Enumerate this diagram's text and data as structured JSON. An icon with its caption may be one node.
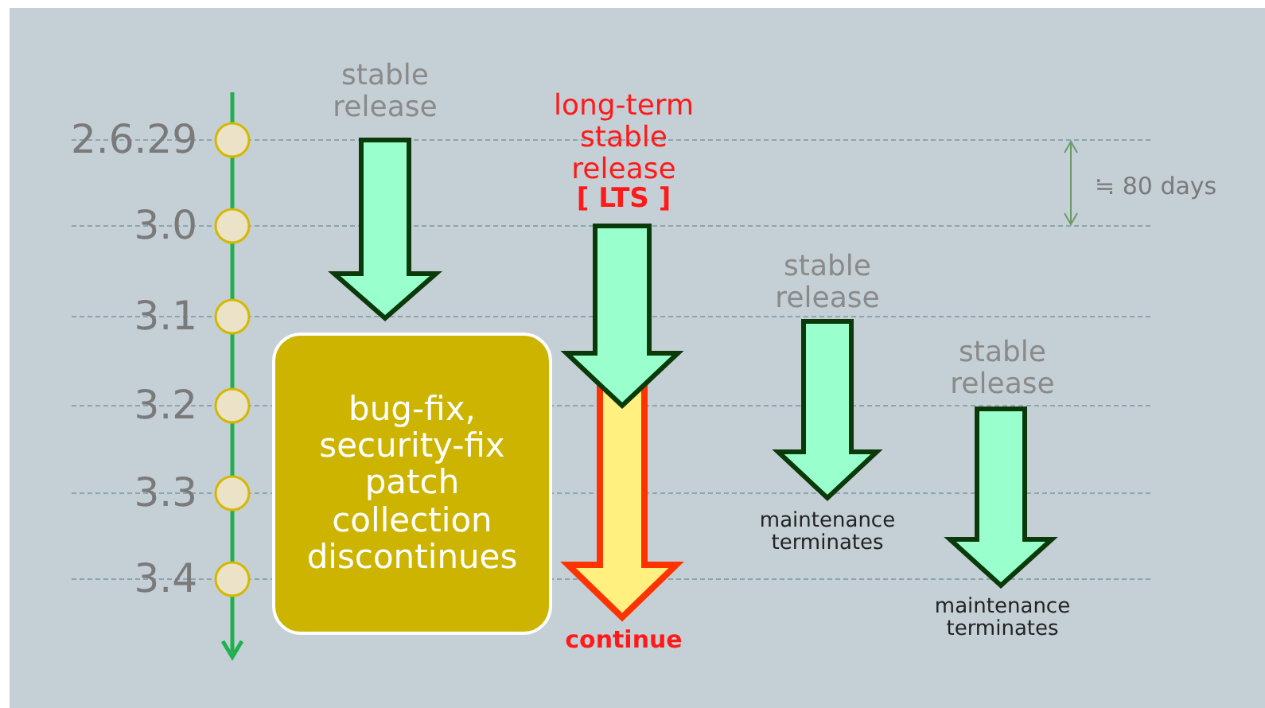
{
  "diagram": {
    "nodes": [
      {
        "text": [
          "stable release"
        ]
      },
      {
        "text": [
          "long-term stable release",
          "[ LTS ]"
        ]
      },
      {
        "text": [
          "stable release"
        ]
      },
      {
        "text": [
          "stable release"
        ]
      },
      {
        "text": [
          "bug-fix, security-fix patch collection discontinues"
        ]
      },
      {
        "text": [
          "continue"
        ]
      },
      {
        "text": [
          "maintenance terminates"
        ]
      },
      {
        "text": [
          "maintenance terminates"
        ]
      }
    ],
    "edges": [
      {
        "from": 0,
        "to": 4,
        "arrow": "to"
      },
      {
        "from": 1,
        "to": null,
        "arrow": "to"
      },
      {
        "from": null,
        "to": 5,
        "arrow": "to",
        "color": "#ff3300"
      },
      {
        "from": 2,
        "to": 6,
        "arrow": "to"
      },
      {
        "from": 3,
        "to": 7,
        "arrow": "to"
      }
    ],
    "labels": [
      "2.6.29",
      "3.0",
      "3.1",
      "3.2",
      "3.3",
      "3.4",
      "≒ 80 days"
    ]
  }
}
